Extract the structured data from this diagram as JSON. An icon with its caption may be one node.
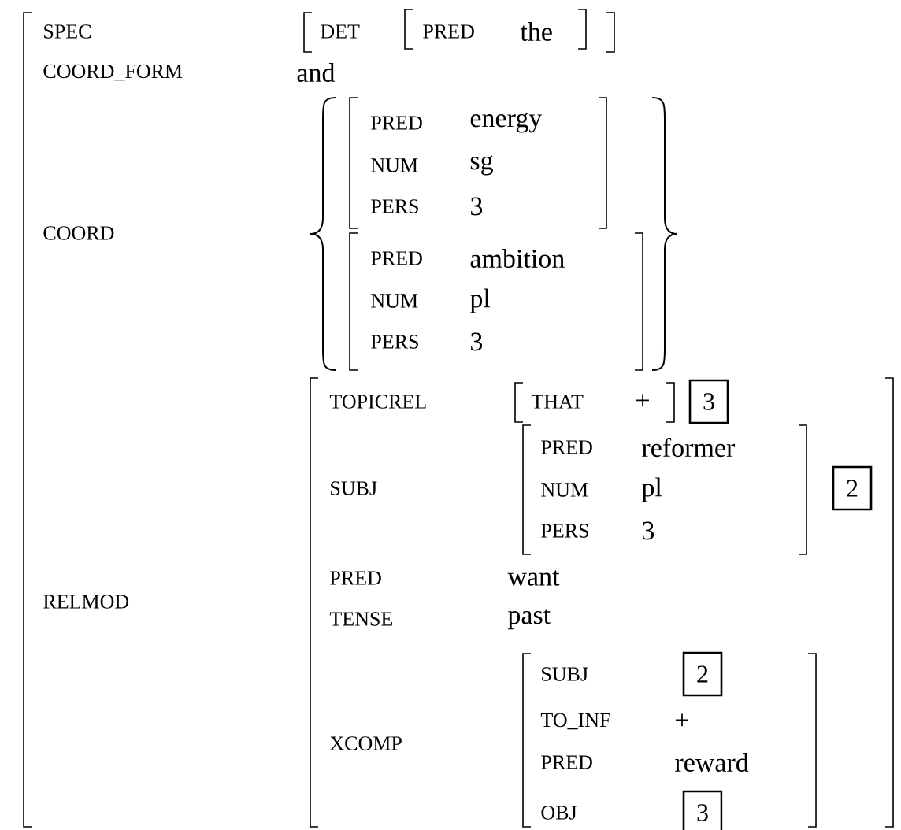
{
  "diagram": {
    "nodes": [
      {
        "text": [
          "3"
        ]
      },
      {
        "text": [
          "2"
        ]
      },
      {
        "text": [
          "2"
        ]
      },
      {
        "text": [
          "3"
        ]
      }
    ],
    "labels": [
      "SPEC",
      "DET",
      "PRED",
      "the",
      "COORD_FORM",
      "and",
      "PRED",
      "energy",
      "NUM",
      "sg",
      "PERS",
      "3",
      "COORD",
      "PRED",
      "ambition",
      "NUM",
      "pl",
      "PERS",
      "3",
      "TOPICREL",
      "THAT",
      "+",
      "SUBJ",
      "PRED",
      "reformer",
      "NUM",
      "pl",
      "PERS",
      "3",
      "RELMOD",
      "PRED",
      "want",
      "TENSE",
      "past",
      "XCOMP",
      "SUBJ",
      "TO_INF",
      "+",
      "PRED",
      "reward",
      "OBJ"
    ]
  }
}
